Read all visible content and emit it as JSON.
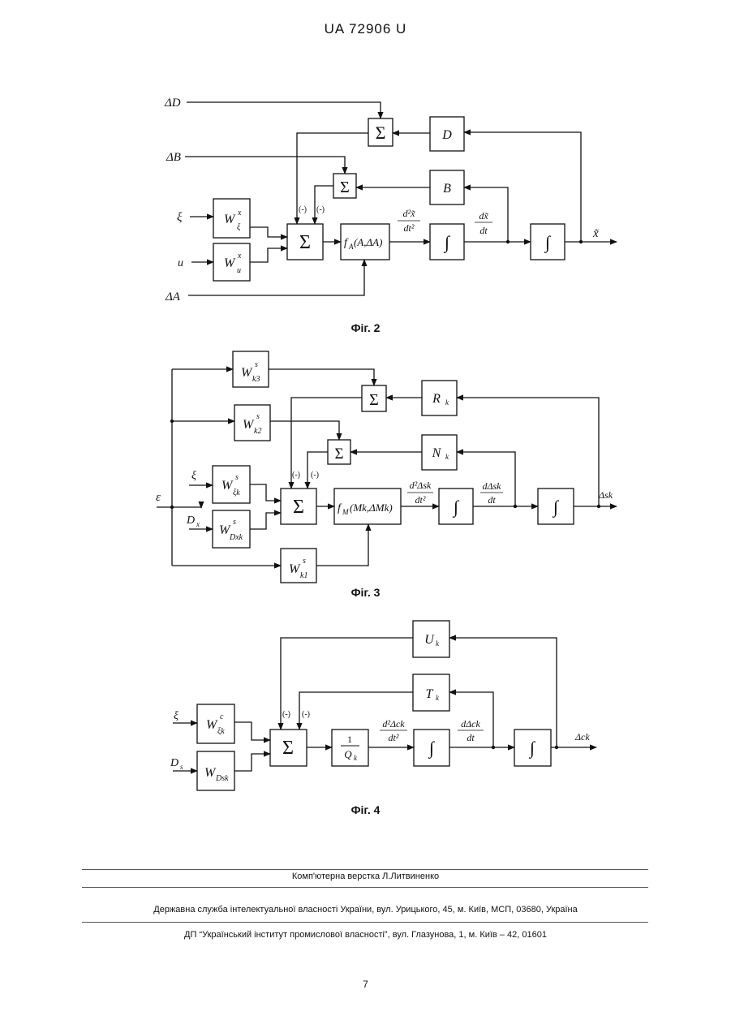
{
  "header": {
    "document_id": "UA   72906   U"
  },
  "figures": [
    {
      "caption": "Фіг. 2",
      "labels": {
        "delta_d": "ΔD",
        "delta_b": "ΔB",
        "xi": "ξ",
        "u": "u",
        "delta_a": "ΔA",
        "w_xi": "W",
        "w_xi_sup": "x",
        "w_xi_sub": "ξ",
        "w_u": "W",
        "w_u_sup": "x",
        "w_u_sub": "u",
        "sum": "Σ",
        "d_block": "D",
        "b_block": "B",
        "f_block": "f",
        "f_sub": "A",
        "f_args": "(A,ΔA)",
        "integral": "∫",
        "second_deriv_num": "d²x̃",
        "second_deriv_den": "dt²",
        "first_deriv_num": "dx̃",
        "first_deriv_den": "dt",
        "output": "x̃",
        "sign_left": "(-)",
        "sign_right": "(-)"
      }
    },
    {
      "caption": "Фіг. 3",
      "labels": {
        "epsilon": "ε",
        "xi": "ξ",
        "dx": "D",
        "dx_sub": "x",
        "w_k3": "W",
        "w_k3_sup": "s",
        "w_k3_sub": "k3",
        "w_k2": "W",
        "w_k2_sup": "s",
        "w_k2_sub": "k2",
        "w_xik": "W",
        "w_xik_sup": "s",
        "w_xik_sub": "ξk",
        "w_dxk": "W",
        "w_dxk_sup": "s",
        "w_dxk_sub": "Dxk",
        "w_k1": "W",
        "w_k1_sup": "s",
        "w_k1_sub": "k1",
        "sum": "Σ",
        "r_block": "R",
        "r_sub": "k",
        "n_block": "N",
        "n_sub": "k",
        "f_block": "f",
        "f_sub": "M",
        "f_args": "(Mk,ΔMk)",
        "integral": "∫",
        "second_deriv_num": "d²Δsk",
        "second_deriv_den": "dt²",
        "first_deriv_num": "dΔsk",
        "first_deriv_den": "dt",
        "output": "Δsk",
        "sign_left": "(-)",
        "sign_right": "(-)"
      }
    },
    {
      "caption": "Фіг. 4",
      "labels": {
        "xi": "ξ",
        "ds": "D",
        "ds_sub": "s",
        "w_xik": "W",
        "w_xik_sup": "c",
        "w_xik_sub": "ξk",
        "w_dsk": "W",
        "w_dsk_sub": "Dsk",
        "sum": "Σ",
        "u_block": "U",
        "u_sub": "k",
        "t_block": "T",
        "t_sub": "k",
        "frac_num": "1",
        "frac_den": "Q",
        "frac_den_sub": "k",
        "integral": "∫",
        "second_deriv_num": "d²Δck",
        "second_deriv_den": "dt²",
        "first_deriv_num": "dΔck",
        "first_deriv_den": "dt",
        "output": "Δck",
        "sign_left": "(-)",
        "sign_right": "(-)"
      }
    }
  ],
  "footer": {
    "typesetter": "Комп'ютерна верстка Л.Литвиненко",
    "agency": "Державна служба інтелектуальної власності України, вул. Урицького, 45, м. Київ, МСП, 03680, Україна",
    "institute": "ДП “Український інститут промислової власності”, вул. Глазунова, 1, м. Київ – 42, 01601"
  },
  "page_number": "7"
}
